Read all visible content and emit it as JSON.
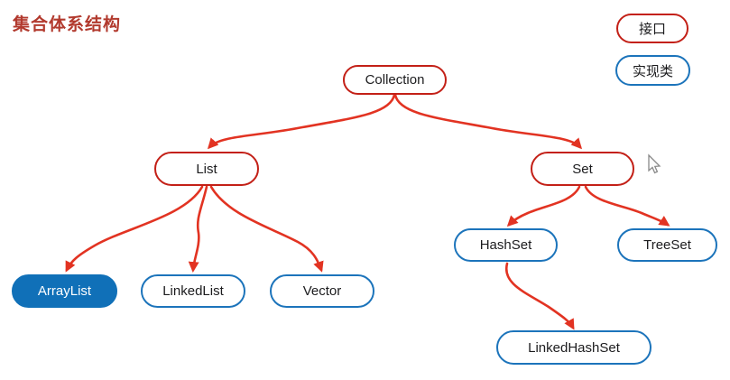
{
  "title": "集合体系结构",
  "legend": {
    "interface_label": "接口",
    "class_label": "实现类"
  },
  "colors": {
    "interface_border": "#c32017",
    "class_border": "#1c74bb",
    "class_fill": "#1070b8",
    "arrow": "#e23322",
    "title": "#b23a2e"
  },
  "nodes": {
    "collection": {
      "label": "Collection",
      "type": "interface"
    },
    "list": {
      "label": "List",
      "type": "interface"
    },
    "set": {
      "label": "Set",
      "type": "interface"
    },
    "arraylist": {
      "label": "ArrayList",
      "type": "class-highlighted"
    },
    "linkedlist": {
      "label": "LinkedList",
      "type": "class"
    },
    "vector": {
      "label": "Vector",
      "type": "class"
    },
    "hashset": {
      "label": "HashSet",
      "type": "class"
    },
    "treeset": {
      "label": "TreeSet",
      "type": "class"
    },
    "linkedhashset": {
      "label": "LinkedHashSet",
      "type": "class"
    }
  },
  "edges": [
    {
      "from": "Collection",
      "to": "List"
    },
    {
      "from": "Collection",
      "to": "Set"
    },
    {
      "from": "List",
      "to": "ArrayList"
    },
    {
      "from": "List",
      "to": "LinkedList"
    },
    {
      "from": "List",
      "to": "Vector"
    },
    {
      "from": "Set",
      "to": "HashSet"
    },
    {
      "from": "Set",
      "to": "TreeSet"
    },
    {
      "from": "HashSet",
      "to": "LinkedHashSet"
    }
  ]
}
